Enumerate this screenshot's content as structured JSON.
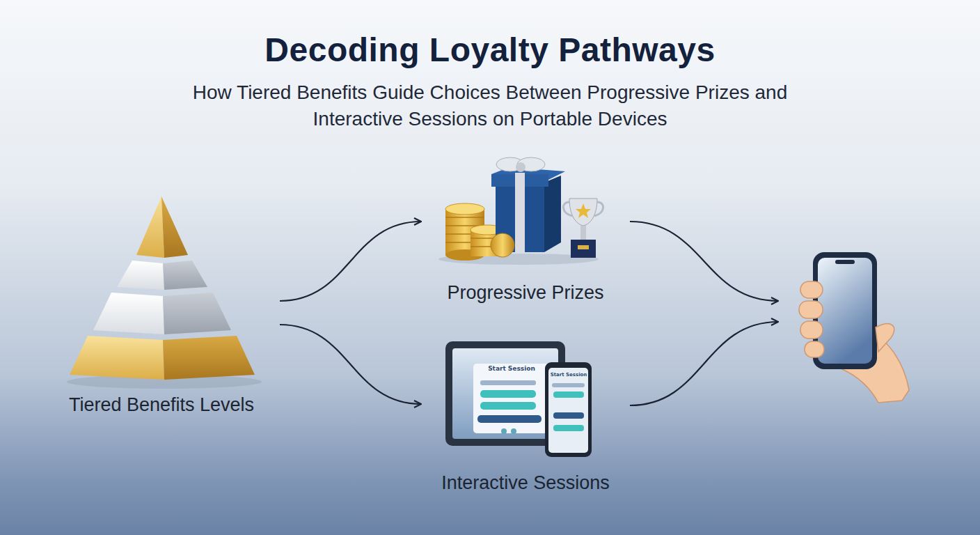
{
  "diagram": {
    "title": "Decoding Loyalty Pathways",
    "caption": "How Tiered Benefits Guide Choices Between Progressive Prizes and Interactive Sessions on Portable Devices",
    "nodes": [
      {
        "text": [
          "Tiered Benefits Levels"
        ]
      },
      {
        "text": [
          "Progressive Prizes"
        ]
      },
      {
        "text": [
          "Interactive Sessions"
        ]
      },
      {
        "text": []
      }
    ],
    "edges": [
      {
        "from": 0,
        "to": 1,
        "arrow": "to"
      },
      {
        "from": 0,
        "to": 2,
        "arrow": "to"
      },
      {
        "from": 1,
        "to": 3,
        "arrow": "to"
      },
      {
        "from": 2,
        "to": 3,
        "arrow": "to"
      }
    ],
    "labels": [
      "Start Session",
      "Start Session"
    ]
  }
}
